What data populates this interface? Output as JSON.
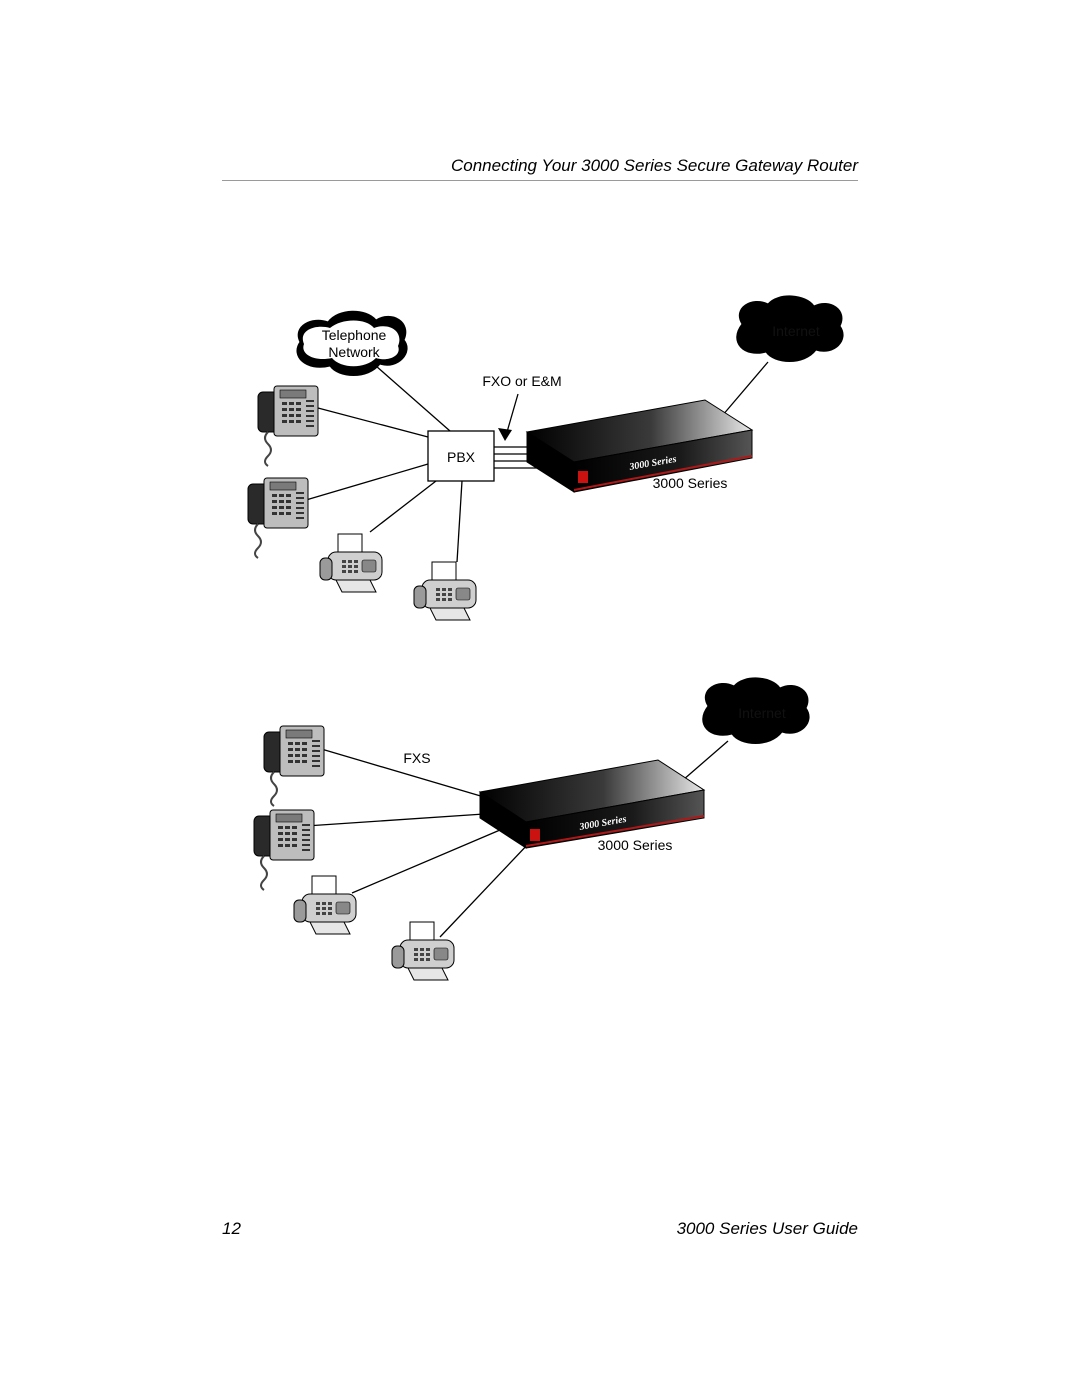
{
  "header": {
    "title": "Connecting Your 3000 Series Secure Gateway Router"
  },
  "footer": {
    "page_number": "12",
    "guide_title": "3000 Series User Guide"
  },
  "diagram_top": {
    "telephone_network_label_line1": "Telephone",
    "telephone_network_label_line2": "Network",
    "internet_label": "Internet",
    "connection_label": "FXO or E&M",
    "pbx_label": "PBX",
    "router_caption": "3000 Series",
    "router_faceplate": "3000 Series"
  },
  "diagram_bottom": {
    "internet_label": "Internet",
    "connection_label": "FXS",
    "router_caption": "3000 Series",
    "router_faceplate": "3000 Series"
  }
}
